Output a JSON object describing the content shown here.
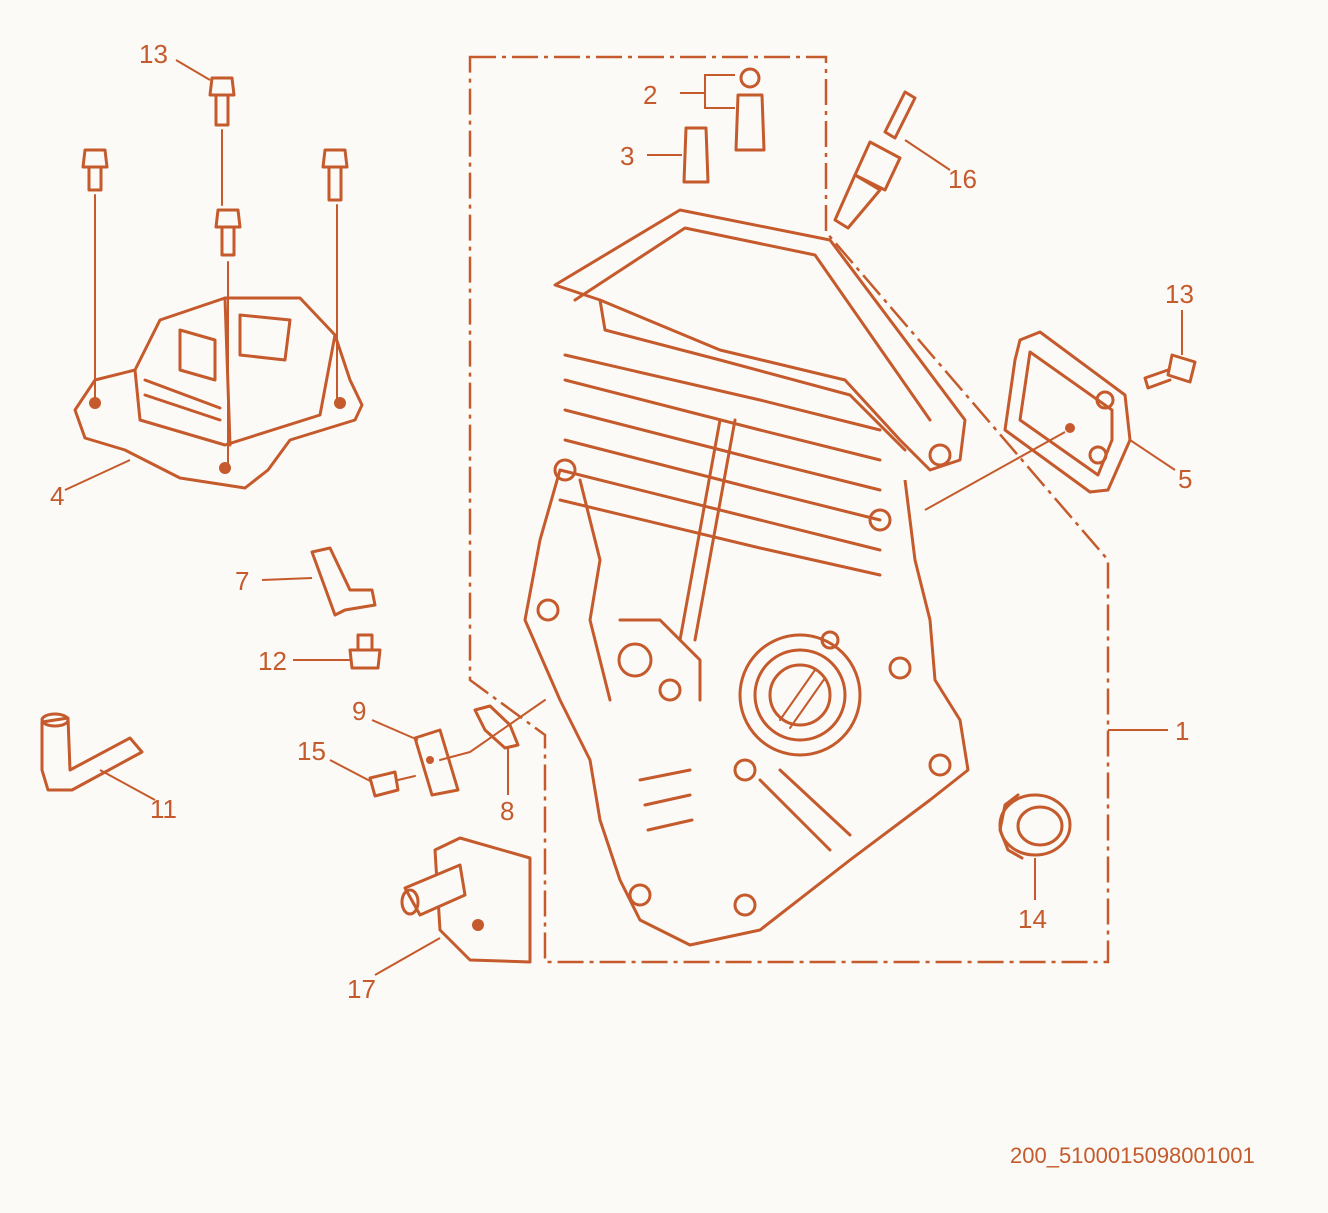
{
  "colors": {
    "ink": "#c55a2c",
    "background": "#fbfaf6"
  },
  "labels": {
    "p1": "1",
    "p2": "2",
    "p3": "3",
    "p4": "4",
    "p5": "5",
    "p7": "7",
    "p8": "8",
    "p9": "9",
    "p11": "11",
    "p12": "12",
    "p13a": "13",
    "p13b": "13",
    "p14": "14",
    "p15": "15",
    "p16": "16",
    "p17": "17"
  },
  "diagram_code": "200_5100015098001001"
}
